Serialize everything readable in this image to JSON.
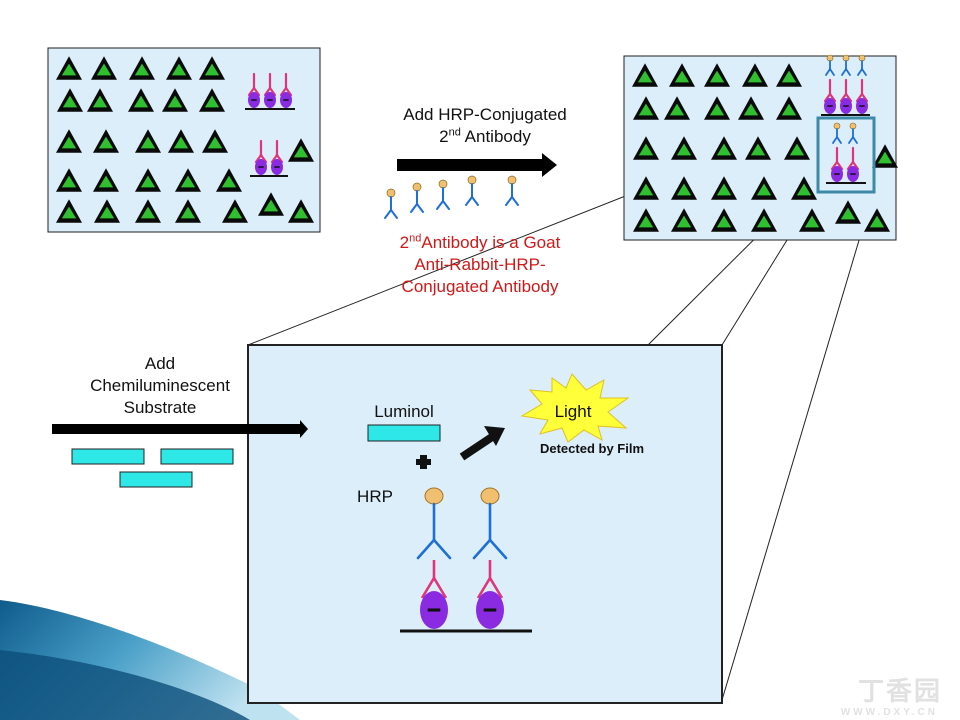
{
  "step_one": {
    "line1_prefix": "Add",
    "line1_rest": "HRP-Conjugated",
    "line2_superscript_base": "2",
    "line2_superscript": "nd",
    "line2_rest": " Antibody"
  },
  "secondary_note": {
    "sup_base": "2",
    "sup": "nd",
    "line1_rest": "Antibody  is a Goat",
    "line2": "Anti-Rabbit-HRP-",
    "line3": "Conjugated  Antibody"
  },
  "step_two": {
    "line1": "Add",
    "line2": "Chemiluminescent",
    "line3": "Substrate"
  },
  "zoom_panel": {
    "luminol_label": "Luminol",
    "hrp_label": "HRP",
    "light_label": "Light",
    "detected_label": "Detected by Film"
  },
  "watermark": {
    "text": "丁香园",
    "sub": "WWW.DXY.CN"
  },
  "colors": {
    "panel_bg": "#dbeef9",
    "triangle_fill": "#2fbf2f",
    "antigen": "#8a2be2",
    "primary_ab": "#e0357a",
    "secondary_ab": "#1e6fd6",
    "hrp": "#f0c070",
    "substrate": "#2ee8e8",
    "burst": "#ffff3a"
  }
}
